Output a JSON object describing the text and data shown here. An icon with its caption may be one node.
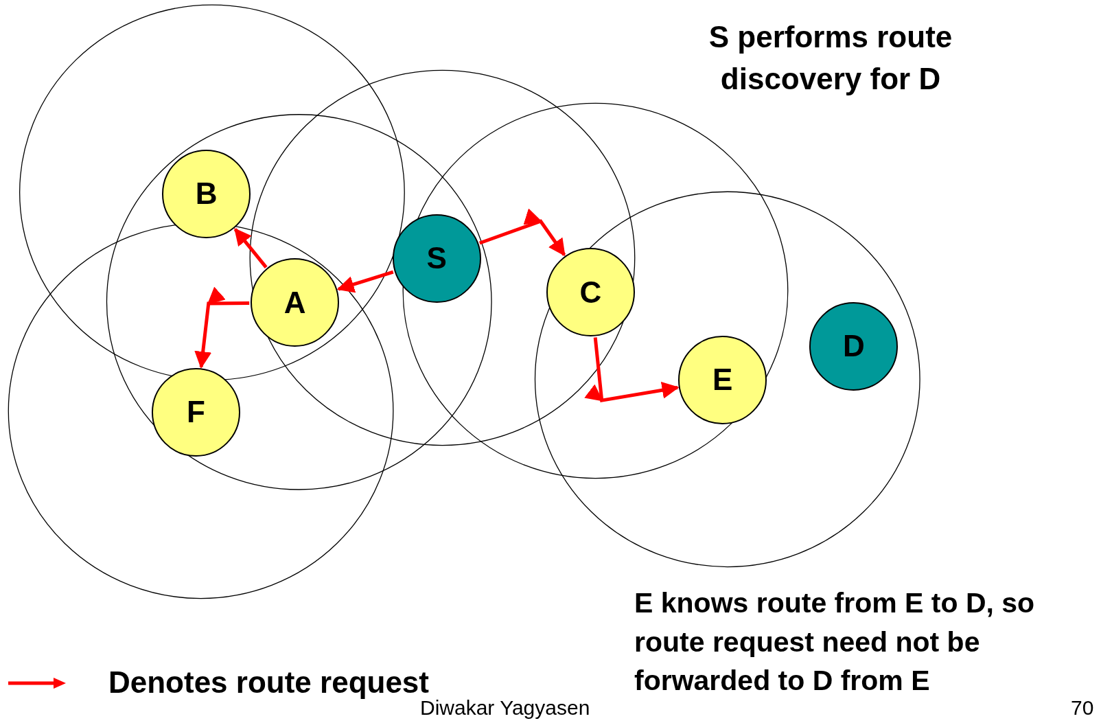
{
  "diagram": {
    "nodes": [
      {
        "text": [
          "B"
        ]
      },
      {
        "text": [
          "S"
        ]
      },
      {
        "text": [
          "C"
        ]
      },
      {
        "text": [
          "A"
        ]
      },
      {
        "text": [
          "D"
        ]
      },
      {
        "text": [
          "E"
        ]
      },
      {
        "text": [
          "F"
        ]
      }
    ],
    "edges": [
      {
        "from": 1,
        "to": 3,
        "arrow": "to"
      },
      {
        "from": 3,
        "to": 0,
        "arrow": "to"
      },
      {
        "from": 3,
        "to": 6,
        "arrow": "to"
      },
      {
        "from": 1,
        "to": 2,
        "arrow": "to"
      },
      {
        "from": 2,
        "to": 5,
        "arrow": "to"
      }
    ],
    "labels": [
      "S performs route discovery for D",
      "E knows route from E to D, so route request need not be forwarded to D from E",
      "Diwakar Yagyasen",
      "70"
    ],
    "legend": [
      {
        "text": "Denotes route request"
      }
    ]
  }
}
